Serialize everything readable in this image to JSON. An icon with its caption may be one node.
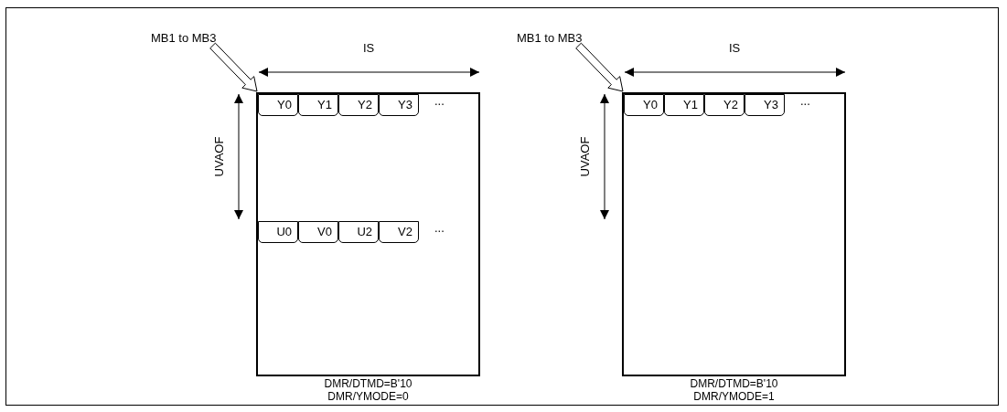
{
  "diagram": {
    "nodes": [
      {
        "text": [],
        "shape": "box",
        "beside": [
          "DMR/DTMD=B'10",
          "DMR/YMODE=0"
        ]
      },
      {
        "text": [
          "Y0"
        ],
        "in": 0
      },
      {
        "text": [
          "Y1"
        ],
        "in": 0
      },
      {
        "text": [
          "Y2"
        ],
        "in": 0
      },
      {
        "text": [
          "Y3"
        ],
        "in": 0
      },
      {
        "text": [
          "U0"
        ],
        "in": 0
      },
      {
        "text": [
          "V0"
        ],
        "in": 0
      },
      {
        "text": [
          "U2"
        ],
        "in": 0
      },
      {
        "text": [
          "V2"
        ],
        "in": 0
      },
      {
        "text": [],
        "shape": "box",
        "beside": [
          "DMR/DTMD=B'10",
          "DMR/YMODE=1"
        ]
      },
      {
        "text": [
          "Y0"
        ],
        "in": 9
      },
      {
        "text": [
          "Y1"
        ],
        "in": 9
      },
      {
        "text": [
          "Y2"
        ],
        "in": 9
      },
      {
        "text": [
          "Y3"
        ],
        "in": 9
      },
      {
        "text": [
          "MB1 to MB3"
        ]
      },
      {
        "text": [
          "MB1 to MB3"
        ]
      }
    ],
    "edges": [
      {
        "from": 14,
        "to": 0,
        "arrow": "to"
      },
      {
        "from": 15,
        "to": 9,
        "arrow": "to"
      }
    ],
    "labels": [
      "IS",
      "IS",
      "...",
      "...",
      "UVAOF",
      "UVAOF",
      "..."
    ]
  }
}
